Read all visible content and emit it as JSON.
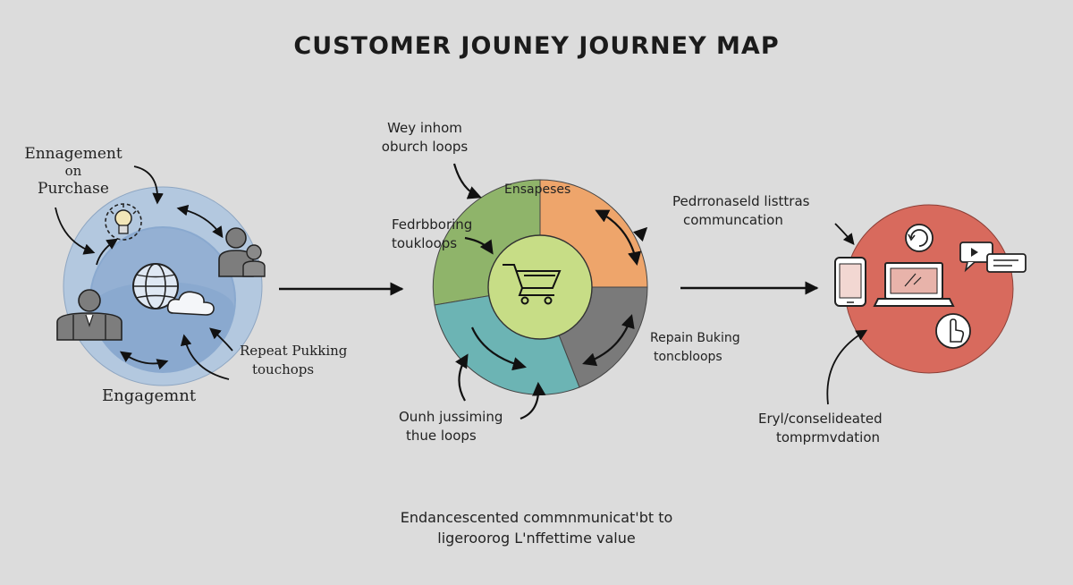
{
  "title": "CUSTOMER JOUNEY JOURNEY MAP",
  "stage1": {
    "label_top_line1": "Ennagement",
    "label_top_line2": "on",
    "label_top_line3": "Purchase",
    "label_right_line1": "Repeat Pukking",
    "label_right_line2": "touchops",
    "label_bottom": "Engagemnt"
  },
  "stage2": {
    "label_top_line1": "Wey inhom",
    "label_top_line2": "oburch loops",
    "label_left_line1": "Fedrbboring",
    "label_left_line2": "toukloops",
    "segment_label": "Ensapeses",
    "label_right_line1": "Repain Buking",
    "label_right_line2": "toncbloops",
    "label_bottom_line1": "Ounh jussiming",
    "label_bottom_line2": "thue loops"
  },
  "stage3": {
    "label_top_line1": "Pedrronaseld listtras",
    "label_top_line2": "communcation",
    "label_bottom_line1": "Eryl/conselideated",
    "label_bottom_line2": "tomprmvdation"
  },
  "footer": {
    "line1": "Endancescented commnmunicat'bt to",
    "line2": "ligeroorog L'nffettime value"
  },
  "colors": {
    "background": "#dcdcdc",
    "stage1_outer": "#b3c8df",
    "stage1_inner": "#8aa9cf",
    "segment_green": "#8fb46a",
    "segment_orange": "#eea56b",
    "segment_gray": "#7a7a7a",
    "segment_teal": "#6cb4b4",
    "center_lime": "#c7dd86",
    "stage3_red": "#d86a5d"
  },
  "icons": [
    "lightbulb-icon",
    "globe-icon",
    "cloud-icon",
    "people-icon",
    "shopping-cart-icon",
    "refresh-icon",
    "chat-bubble-icon",
    "laptop-icon",
    "smartphone-icon",
    "touch-icon"
  ]
}
